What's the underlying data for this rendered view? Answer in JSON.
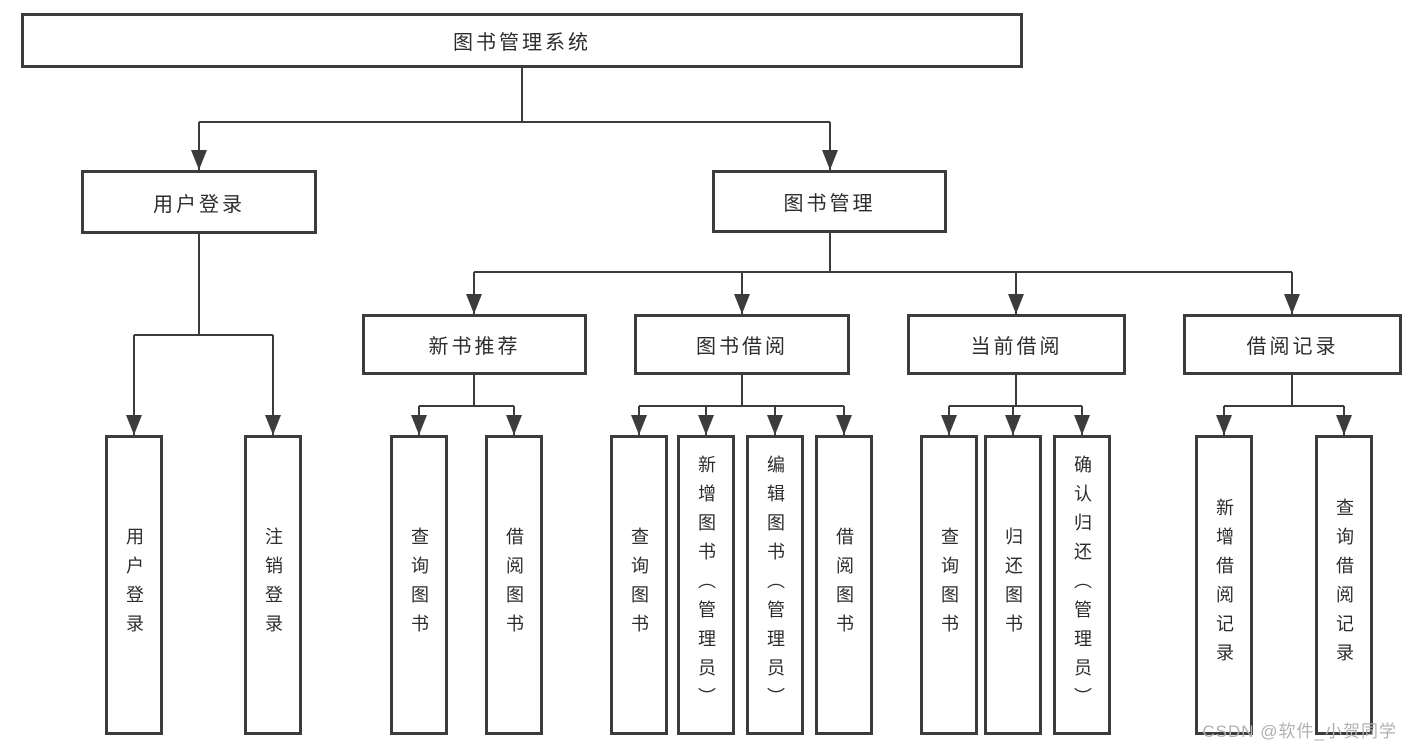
{
  "tree": {
    "root": {
      "label": "图书管理系统",
      "children": [
        {
          "label": "用户登录",
          "children": [
            {
              "label": "用户登录"
            },
            {
              "label": "注销登录"
            }
          ]
        },
        {
          "label": "图书管理",
          "children": [
            {
              "label": "新书推荐",
              "children": [
                {
                  "label": "查询图书"
                },
                {
                  "label": "借阅图书"
                }
              ]
            },
            {
              "label": "图书借阅",
              "children": [
                {
                  "label": "查询图书"
                },
                {
                  "label": "新增图书（管理员）"
                },
                {
                  "label": "编辑图书（管理员）"
                },
                {
                  "label": "借阅图书"
                }
              ]
            },
            {
              "label": "当前借阅",
              "children": [
                {
                  "label": "查询图书"
                },
                {
                  "label": "归还图书"
                },
                {
                  "label": "确认归还（管理员）"
                }
              ]
            },
            {
              "label": "借阅记录",
              "children": [
                {
                  "label": "新增借阅记录"
                },
                {
                  "label": "查询借阅记录"
                }
              ]
            }
          ]
        }
      ]
    }
  },
  "watermark": "CSDN @软件_小贺同学",
  "colors": {
    "ink": "#3c3c3c",
    "text": "#2d2d2d",
    "watermark": "#b3b0b0",
    "background": "#ffffff"
  }
}
